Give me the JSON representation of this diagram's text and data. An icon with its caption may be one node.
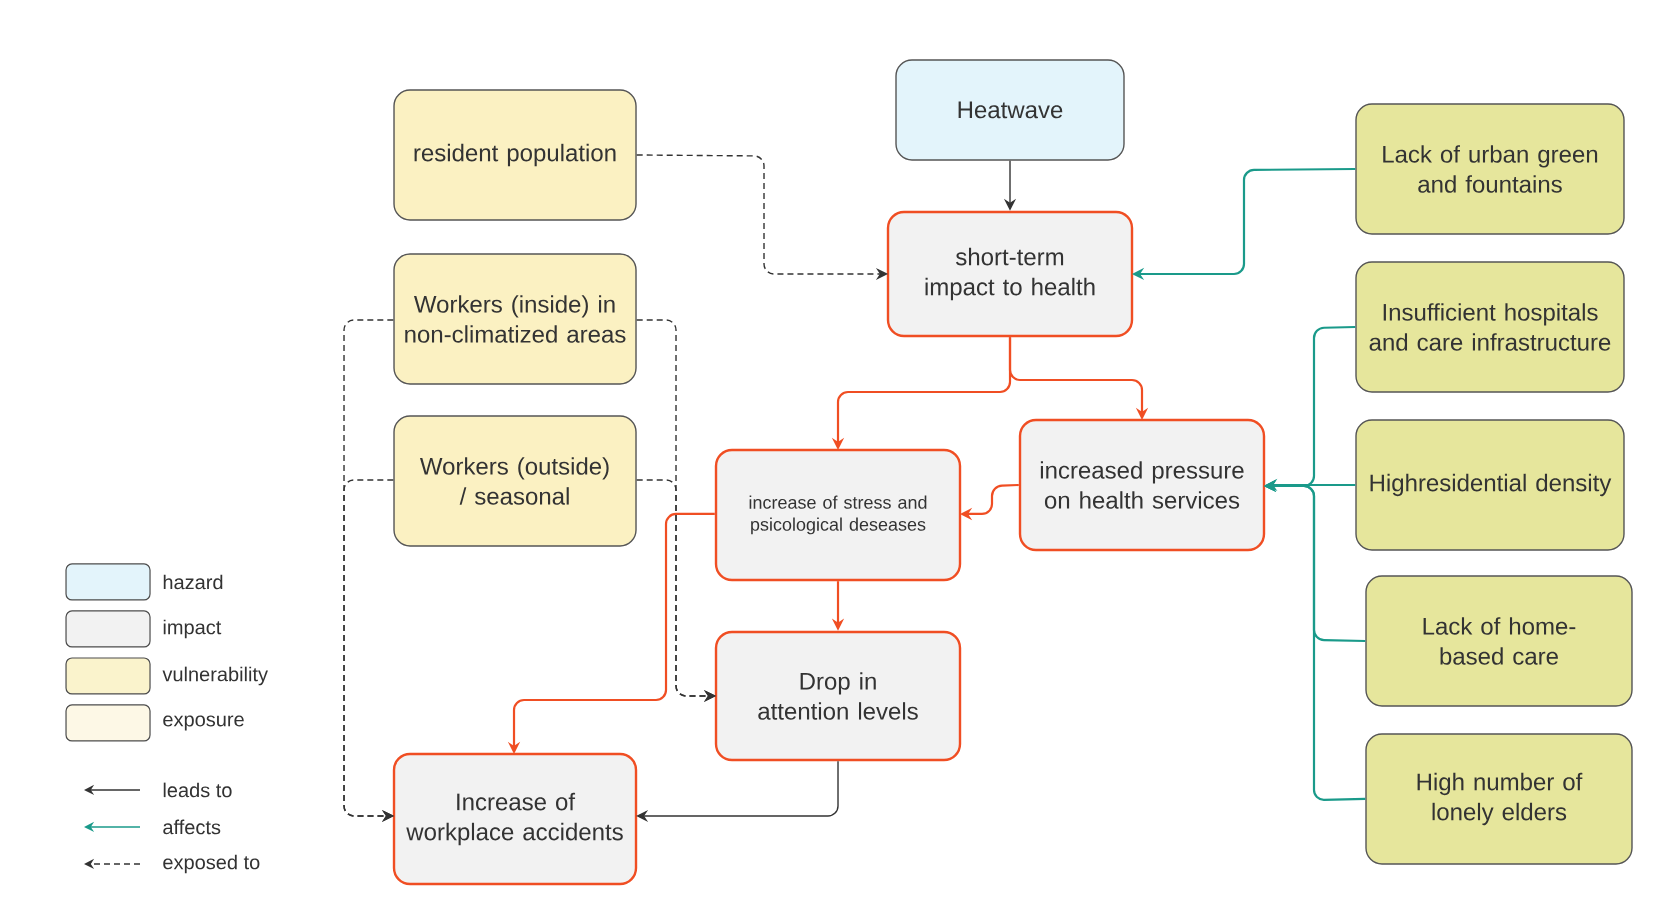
{
  "diagram": {
    "nodes": [
      {
        "text": [
          "Heatwave"
        ]
      },
      {
        "text": [
          "resident population"
        ]
      },
      {
        "text": [
          "short-term impact to health"
        ]
      },
      {
        "text": [
          "Lack of urban green and fountains"
        ]
      },
      {
        "text": [
          "Workers (inside) in non-climatized areas"
        ]
      },
      {
        "text": [
          "Insufficient hospitals and care infrastructure"
        ]
      },
      {
        "text": [
          "Workers (outside) / seasonal"
        ]
      },
      {
        "text": [
          "increase of stress and psicological deseases"
        ]
      },
      {
        "text": [
          "increased pressure on health services"
        ]
      },
      {
        "text": [
          "Highresidential density"
        ]
      },
      {
        "text": [
          "Drop in attention levels"
        ]
      },
      {
        "text": [
          "Lack of home-based care"
        ]
      },
      {
        "text": [
          "Increase of workplace accidents"
        ]
      },
      {
        "text": [
          "High number of lonely elders"
        ]
      }
    ],
    "edges": [
      {
        "from": 0,
        "to": 2,
        "arrow": "to"
      },
      {
        "from": 1,
        "to": 2,
        "arrow": "to",
        "style": "dashed"
      },
      {
        "from": 3,
        "to": 2,
        "arrow": "to",
        "color": "#1a9a8a"
      },
      {
        "from": 2,
        "to": 7,
        "arrow": "to",
        "color": "#f04e23"
      },
      {
        "from": 2,
        "to": 8,
        "arrow": "to",
        "color": "#f04e23"
      },
      {
        "from": 8,
        "to": 7,
        "arrow": "to",
        "color": "#f04e23"
      },
      {
        "from": 5,
        "to": 8,
        "arrow": "to",
        "color": "#1a9a8a"
      },
      {
        "from": 9,
        "to": 8,
        "arrow": "to",
        "color": "#1a9a8a"
      },
      {
        "from": 11,
        "to": 8,
        "arrow": "to",
        "color": "#1a9a8a"
      },
      {
        "from": 13,
        "to": 8,
        "arrow": "to",
        "color": "#1a9a8a"
      },
      {
        "from": 7,
        "to": 10,
        "arrow": "to",
        "color": "#f04e23"
      },
      {
        "from": 7,
        "to": 12,
        "arrow": "to",
        "color": "#f04e23"
      },
      {
        "from": 10,
        "to": 12,
        "arrow": "to"
      },
      {
        "from": 4,
        "to": 12,
        "arrow": "to",
        "style": "dashed"
      },
      {
        "from": 4,
        "to": 10,
        "arrow": "to",
        "style": "dashed"
      },
      {
        "from": 6,
        "to": 12,
        "arrow": "to",
        "style": "dashed"
      },
      {
        "from": 6,
        "to": 10,
        "arrow": "to",
        "style": "dashed"
      }
    ],
    "legend": [
      {
        "text": "hazard",
        "color": "#e3f4fb"
      },
      {
        "text": "impact",
        "color": "#f2f2f2"
      },
      {
        "text": "vulnerability",
        "color": "#faf3cc"
      },
      {
        "text": "exposure",
        "color": "#fdf8e6"
      },
      {
        "text": "leads to"
      },
      {
        "text": "affects"
      },
      {
        "text": "exposed to"
      }
    ]
  }
}
